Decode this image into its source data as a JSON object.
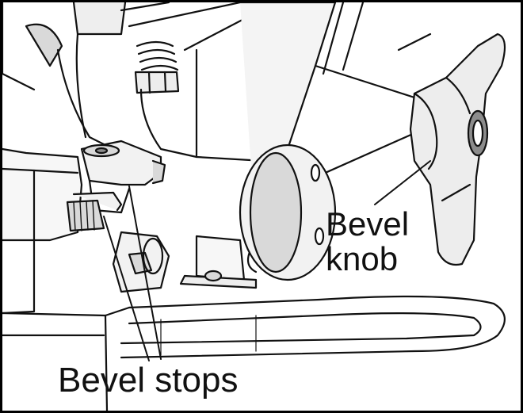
{
  "labels": {
    "bevel_knob_line1": "Bevel",
    "bevel_knob_line2": "knob",
    "bevel_stops": "Bevel stops"
  },
  "colors": {
    "ink": "#111111",
    "background": "#ffffff",
    "shade_light": "#f2f2f2",
    "shade_mid": "#d9d9d9",
    "shade_dark": "#8c8c8c"
  }
}
